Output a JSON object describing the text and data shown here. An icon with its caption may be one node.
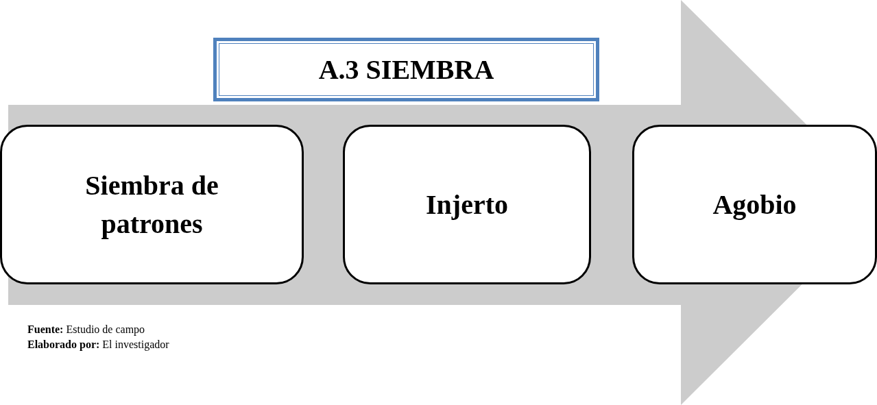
{
  "diagram": {
    "nodes": [
      {
        "text": [
          "A.3 SIEMBRA"
        ]
      },
      {
        "text": [
          "Siembra de patrones"
        ]
      },
      {
        "text": [
          "Injerto"
        ]
      },
      {
        "text": [
          "Agobio"
        ]
      }
    ],
    "edges": [
      {
        "from": 1,
        "to": 3,
        "arrow": "to"
      }
    ],
    "labels": [
      "**Fuente:** Estudio de campo",
      "**Elaborado por:** El investigador"
    ]
  }
}
